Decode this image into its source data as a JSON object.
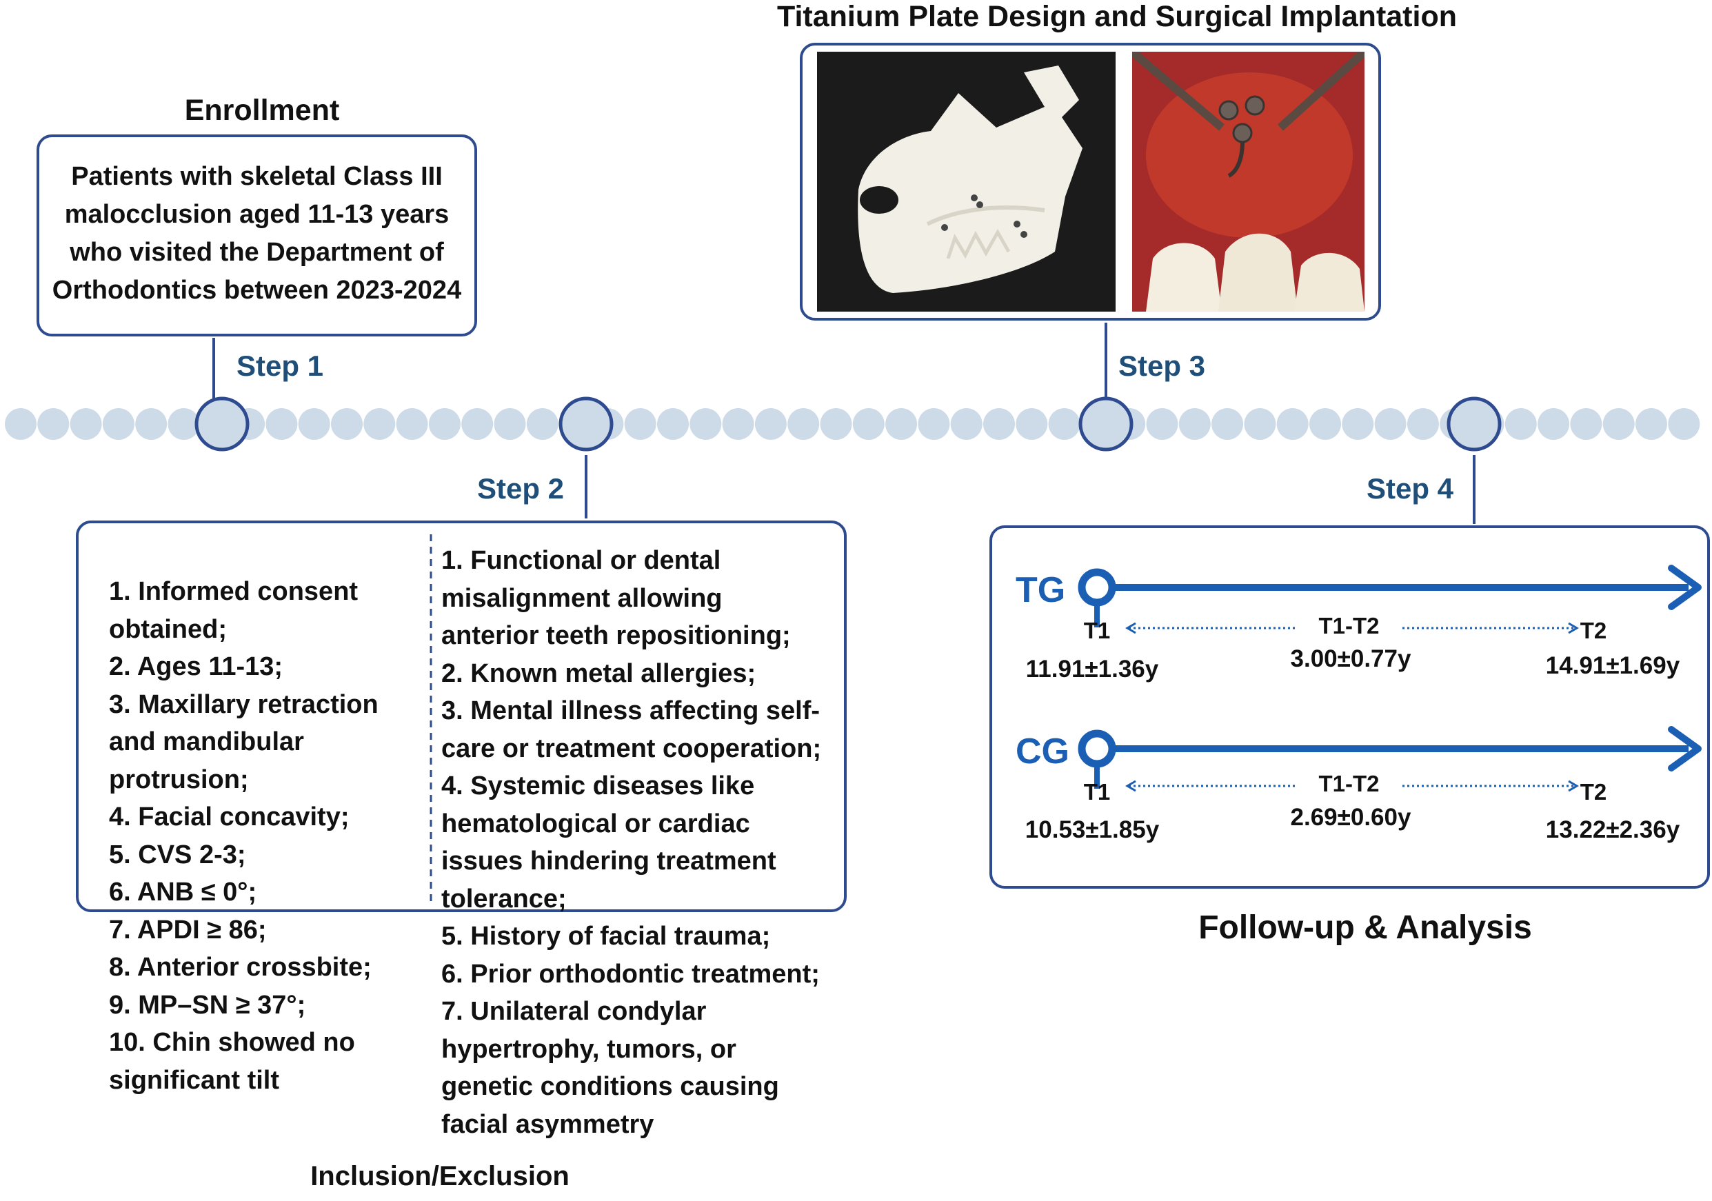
{
  "enrollment": {
    "title": "Enrollment",
    "text_lines": [
      "Patients with skeletal Class III",
      "malocclusion aged 11-13 years",
      "who visited the Department of",
      "Orthodontics between 2023-2024"
    ]
  },
  "steps": {
    "step1": "Step 1",
    "step2": "Step 2",
    "step3": "Step 3",
    "step4": "Step 4"
  },
  "surgery": {
    "title": "Titanium Plate Design and Surgical Implantation"
  },
  "criteria": {
    "footer": "Inclusion/Exclusion",
    "inclusion": [
      "1. Informed consent",
      "obtained;",
      "2. Ages 11-13;",
      "3. Maxillary retraction",
      "and mandibular",
      "protrusion;",
      "4. Facial concavity;",
      "5. CVS 2-3;",
      "6. ANB ≤ 0°;",
      "7. APDI ≥ 86;",
      "8. Anterior crossbite;",
      "9. MP–SN ≥ 37°;",
      "10. Chin showed no",
      "significant tilt"
    ],
    "exclusion": [
      "1. Functional or dental",
      "misalignment allowing",
      "anterior teeth repositioning;",
      "2. Known metal allergies;",
      "3. Mental illness affecting self-",
      "care or treatment cooperation;",
      "4. Systemic diseases like",
      "hematological or cardiac",
      "issues hindering treatment",
      "tolerance;",
      "5. History of facial trauma;",
      "6. Prior orthodontic treatment;",
      "7. Unilateral condylar",
      "hypertrophy, tumors, or",
      "genetic conditions causing",
      "facial asymmetry"
    ]
  },
  "followup": {
    "footer": "Follow-up & Analysis",
    "groups": [
      {
        "name": "TG",
        "t1_label": "T1",
        "interval_label": "T1-T2",
        "t2_label": "T2",
        "t1_value": "11.91±1.36y",
        "interval_value": "3.00±0.77y",
        "t2_value": "14.91±1.69y"
      },
      {
        "name": "CG",
        "t1_label": "T1",
        "interval_label": "T1-T2",
        "t2_label": "T2",
        "t1_value": "10.53±1.85y",
        "interval_value": "2.69±0.60y",
        "t2_value": "13.22±2.36y"
      }
    ]
  },
  "colors": {
    "timeline_dot": "#cddbe8",
    "frame": "#2e4b8f",
    "step_text": "#1f4e79",
    "arrow": "#1a5fb4"
  }
}
